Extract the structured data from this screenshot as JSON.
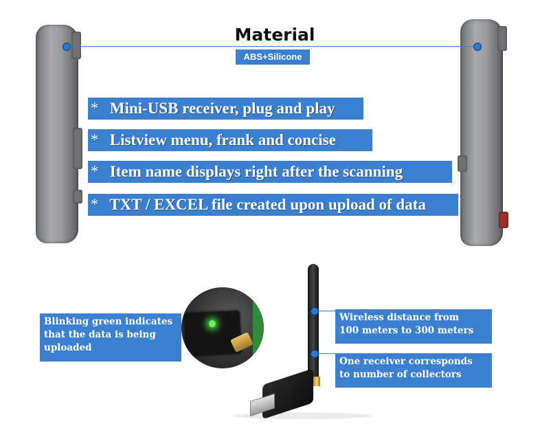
{
  "header": {
    "title": "Material",
    "badge": "ABS+Silicone"
  },
  "features": [
    {
      "bullet": "*",
      "text": "Mini-USB receiver, plug and play"
    },
    {
      "bullet": "*",
      "text": "Listview menu, frank and concise"
    },
    {
      "bullet": "*",
      "text": "Item name displays right after the scanning"
    },
    {
      "bullet": "*",
      "text": "TXT / EXCEL file created upon upload of data"
    }
  ],
  "callouts": {
    "led": {
      "lines": [
        "Blinking green indicates",
        "that the data is being",
        "uploaded"
      ]
    },
    "distance": {
      "lines": [
        "Wireless distance from",
        "100 meters to 300 meters"
      ]
    },
    "receiver": {
      "lines": [
        "One receiver corresponds",
        "to number of collectors"
      ]
    }
  },
  "colors": {
    "accent": "#3a7fd0",
    "device_gray": "#9a9b9d",
    "led_green": "#63ff5a"
  }
}
